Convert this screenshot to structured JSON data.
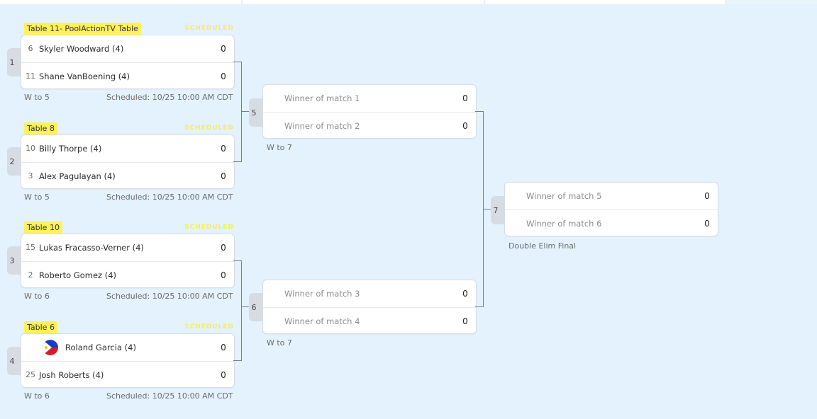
{
  "round1": [
    {
      "match_number": "1",
      "table": "Table 11- PoolActionTV Table",
      "status": "SCHEDULED",
      "race": "W to 5",
      "scheduled": "Scheduled: 10/25 10:00 AM CDT",
      "players": [
        {
          "seed": "6",
          "name": "Skyler Woodward (4)",
          "score": "0"
        },
        {
          "seed": "11",
          "name": "Shane VanBoening (4)",
          "score": "0"
        }
      ]
    },
    {
      "match_number": "2",
      "table": "Table 8",
      "status": "SCHEDULED",
      "race": "W to 5",
      "scheduled": "Scheduled: 10/25 10:00 AM CDT",
      "players": [
        {
          "seed": "10",
          "name": "Billy Thorpe (4)",
          "score": "0"
        },
        {
          "seed": "3",
          "name": "Alex Pagulayan (4)",
          "score": "0"
        }
      ]
    },
    {
      "match_number": "3",
      "table": "Table 10",
      "status": "SCHEDULED",
      "race": "W to 6",
      "scheduled": "Scheduled: 10/25 10:00 AM CDT",
      "players": [
        {
          "seed": "15",
          "name": "Lukas Fracasso-Verner (4)",
          "score": "0"
        },
        {
          "seed": "2",
          "name": "Roberto Gomez (4)",
          "score": "0"
        }
      ]
    },
    {
      "match_number": "4",
      "table": "Table 6",
      "status": "SCHEDULED",
      "race": "W to 6",
      "scheduled": "Scheduled: 10/25 10:00 AM CDT",
      "players": [
        {
          "seed": "",
          "flag": "philippines-flag-icon",
          "name": "Roland Garcia (4)",
          "score": "0"
        },
        {
          "seed": "25",
          "name": "Josh Roberts (4)",
          "score": "0"
        }
      ]
    }
  ],
  "round2": [
    {
      "match_number": "5",
      "race": "W to 7",
      "players": [
        {
          "name": "Winner of match 1",
          "score": "0"
        },
        {
          "name": "Winner of match 2",
          "score": "0"
        }
      ]
    },
    {
      "match_number": "6",
      "race": "W to 7",
      "players": [
        {
          "name": "Winner of match 3",
          "score": "0"
        },
        {
          "name": "Winner of match 4",
          "score": "0"
        }
      ]
    }
  ],
  "final": {
    "match_number": "7",
    "label": "Double Elim Final",
    "players": [
      {
        "name": "Winner of match 5",
        "score": "0"
      },
      {
        "name": "Winner of match 6",
        "score": "0"
      }
    ]
  },
  "colors": {
    "background": "#e3f2fd",
    "table_tag": "#fff15a",
    "status_text": "#f7ec5a",
    "connector": "#7d7d7d"
  }
}
